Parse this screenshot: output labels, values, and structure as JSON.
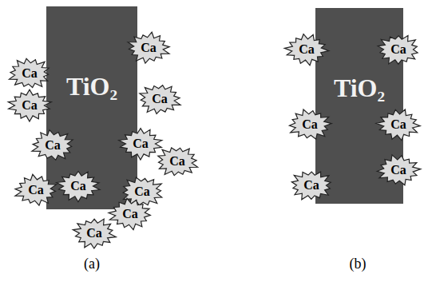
{
  "diagram": {
    "nodes": [
      {
        "text": [
          "TiO₂"
        ]
      },
      {
        "text": [
          "Ca"
        ]
      },
      {
        "text": [
          "Ca"
        ]
      },
      {
        "text": [
          "Ca"
        ]
      },
      {
        "text": [
          "Ca"
        ]
      },
      {
        "text": [
          "Ca"
        ]
      },
      {
        "text": [
          "Ca"
        ]
      },
      {
        "text": [
          "Ca"
        ]
      },
      {
        "text": [
          "Ca"
        ]
      },
      {
        "text": [
          "Ca"
        ]
      },
      {
        "text": [
          "Ca"
        ]
      },
      {
        "text": [
          "Ca"
        ]
      },
      {
        "text": [
          "Ca"
        ]
      },
      {
        "text": [
          "TiO₂"
        ]
      },
      {
        "text": [
          "Ca"
        ]
      },
      {
        "text": [
          "Ca"
        ]
      },
      {
        "text": [
          "Ca"
        ]
      },
      {
        "text": [
          "Ca"
        ]
      },
      {
        "text": [
          "Ca"
        ]
      },
      {
        "text": [
          "Ca"
        ]
      }
    ],
    "labels": [
      "(a)",
      "(b)"
    ]
  }
}
